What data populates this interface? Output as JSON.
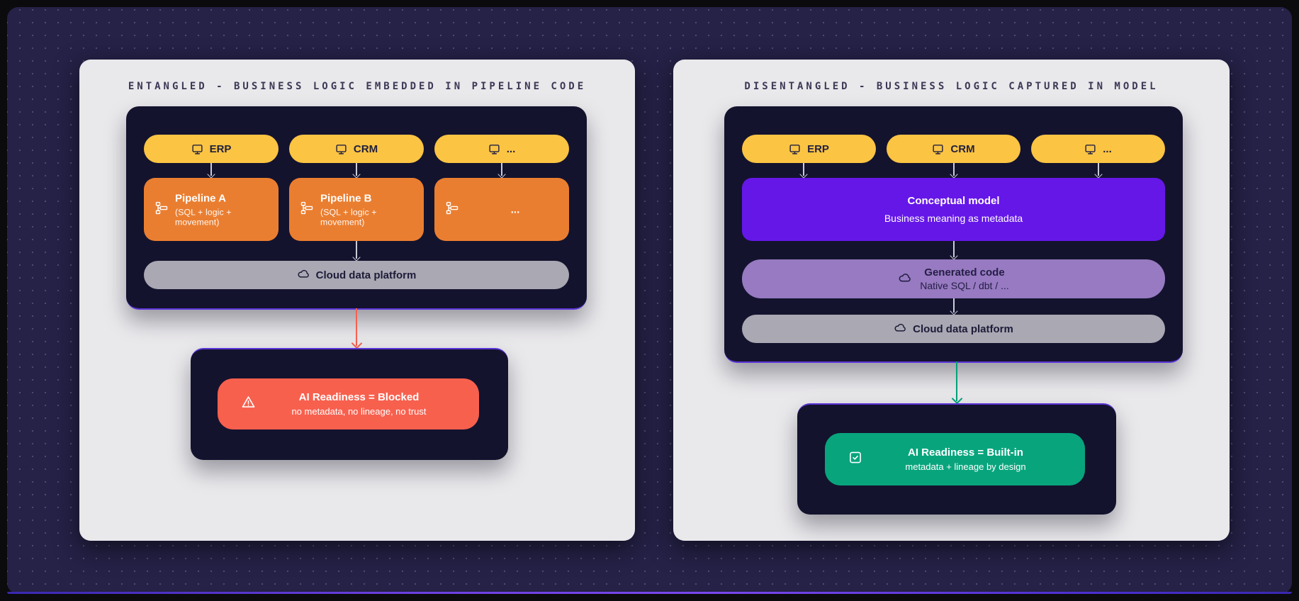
{
  "left_panel": {
    "title": "ENTANGLED - BUSINESS LOGIC EMBEDDED IN PIPELINE CODE",
    "sources": [
      {
        "label": "ERP",
        "icon": "monitor-icon"
      },
      {
        "label": "CRM",
        "icon": "monitor-icon"
      },
      {
        "label": "...",
        "icon": "monitor-icon"
      }
    ],
    "pipelines": [
      {
        "title": "Pipeline A",
        "subtitle": "(SQL + logic + movement)",
        "icon": "workflow-icon"
      },
      {
        "title": "Pipeline B",
        "subtitle": "(SQL + logic + movement)",
        "icon": "workflow-icon"
      },
      {
        "title": "...",
        "icon": "workflow-icon"
      }
    ],
    "platform": {
      "label": "Cloud data platform",
      "icon": "cloud-icon"
    },
    "result": {
      "title": "AI Readiness = Blocked",
      "subtitle": "no metadata, no lineage, no trust",
      "icon": "warning-icon"
    }
  },
  "right_panel": {
    "title": "DISENTANGLED - BUSINESS LOGIC CAPTURED IN MODEL",
    "sources": [
      {
        "label": "ERP",
        "icon": "monitor-icon"
      },
      {
        "label": "CRM",
        "icon": "monitor-icon"
      },
      {
        "label": "...",
        "icon": "monitor-icon"
      }
    ],
    "model": {
      "title": "Conceptual model",
      "subtitle": "Business meaning as metadata"
    },
    "generated_code": {
      "title": "Generated code",
      "subtitle": "Native SQL / dbt / ...",
      "icon": "cloud-icon"
    },
    "platform": {
      "label": "Cloud data platform",
      "icon": "cloud-icon"
    },
    "result": {
      "title": "AI Readiness = Built-in",
      "subtitle": "metadata + lineage by design",
      "icon": "check-square-icon"
    }
  },
  "colors": {
    "source_yellow": "#fbc443",
    "pipeline_orange": "#ea7e30",
    "platform_gray": "#a9a8b3",
    "model_purple": "#6517e8",
    "generated_purple": "#977ac1",
    "blocked_red": "#f8604e",
    "builtin_green": "#08a57d",
    "accent_violet": "#5b35d8",
    "panel_bg": "#e9e8eb",
    "container_bg": "#14132e",
    "frame_bg": "#252147"
  }
}
